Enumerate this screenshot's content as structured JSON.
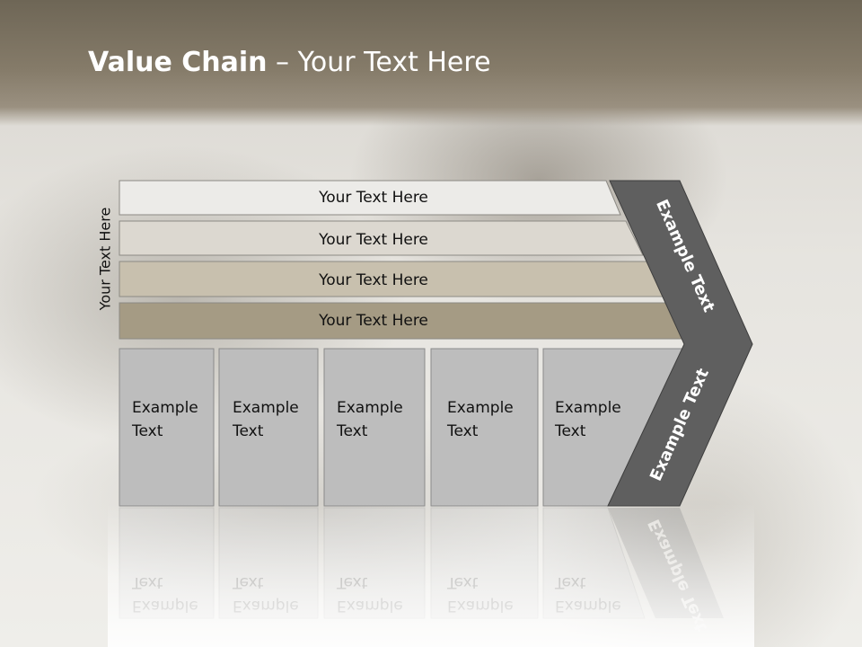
{
  "title": {
    "bold": "Value Chain",
    "rest": " – Your Text Here"
  },
  "side_label": "Your Text Here",
  "rows": [
    {
      "label": "Your Text Here",
      "fill": "#ecebe8"
    },
    {
      "label": "Your Text Here",
      "fill": "#dcd8d0"
    },
    {
      "label": "Your Text Here",
      "fill": "#c8c0ae"
    },
    {
      "label": "Your Text Here",
      "fill": "#a59b84"
    }
  ],
  "columns": [
    {
      "line1": "Example",
      "line2": "Text"
    },
    {
      "line1": "Example",
      "line2": "Text"
    },
    {
      "line1": "Example",
      "line2": "Text"
    },
    {
      "line1": "Example",
      "line2": "Text"
    },
    {
      "line1": "Example",
      "line2": "Text"
    }
  ],
  "chevron": {
    "upper": "Example Text",
    "lower": "Example Text",
    "color": "#5f5f5f"
  }
}
